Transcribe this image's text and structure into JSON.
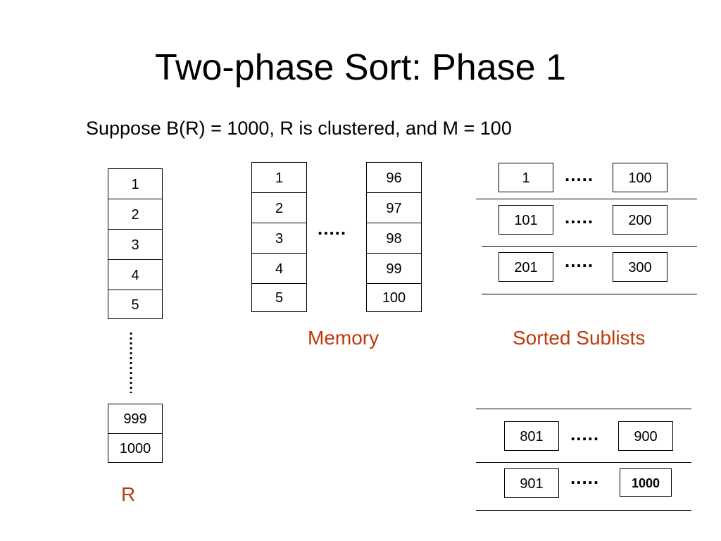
{
  "title": "Two-phase Sort: Phase 1",
  "subtitle": "Suppose B(R) = 1000, R is clustered, and M = 100",
  "accent_color": "#c0390b",
  "relation": {
    "blocks_top": [
      "1",
      "2",
      "3",
      "4",
      "5"
    ],
    "blocks_bottom": [
      "999",
      "1000"
    ],
    "label": "R"
  },
  "memory": {
    "left_column": [
      "1",
      "2",
      "3",
      "4",
      "5"
    ],
    "right_column": [
      "96",
      "97",
      "98",
      "99",
      "100"
    ],
    "ellipsis": ".....",
    "label": "Memory"
  },
  "sublists": {
    "label": "Sorted Sublists",
    "ellipsis": ".....",
    "group_top": [
      {
        "start": "1",
        "end": "100"
      },
      {
        "start": "101",
        "end": "200"
      },
      {
        "start": "201",
        "end": "300"
      }
    ],
    "group_bottom": [
      {
        "start": "801",
        "end": "900"
      },
      {
        "start": "901",
        "end": "1000"
      }
    ]
  }
}
